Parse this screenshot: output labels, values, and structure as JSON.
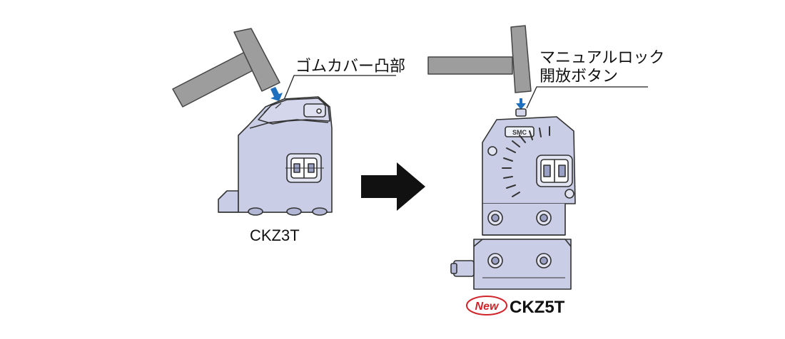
{
  "left": {
    "callout": "ゴムカバー凸部",
    "model": "CKZ3T"
  },
  "right": {
    "callout_line1": "マニュアルロック",
    "callout_line2": "開放ボタン",
    "badge": "New",
    "model": "CKZ5T",
    "logo_text": "SMC"
  },
  "colors": {
    "body": "#c9cde6",
    "hammer": "#9d9d9d",
    "push_arrow": "#1f6fbf",
    "badge": "#d0242a",
    "big_arrow": "#111111"
  }
}
